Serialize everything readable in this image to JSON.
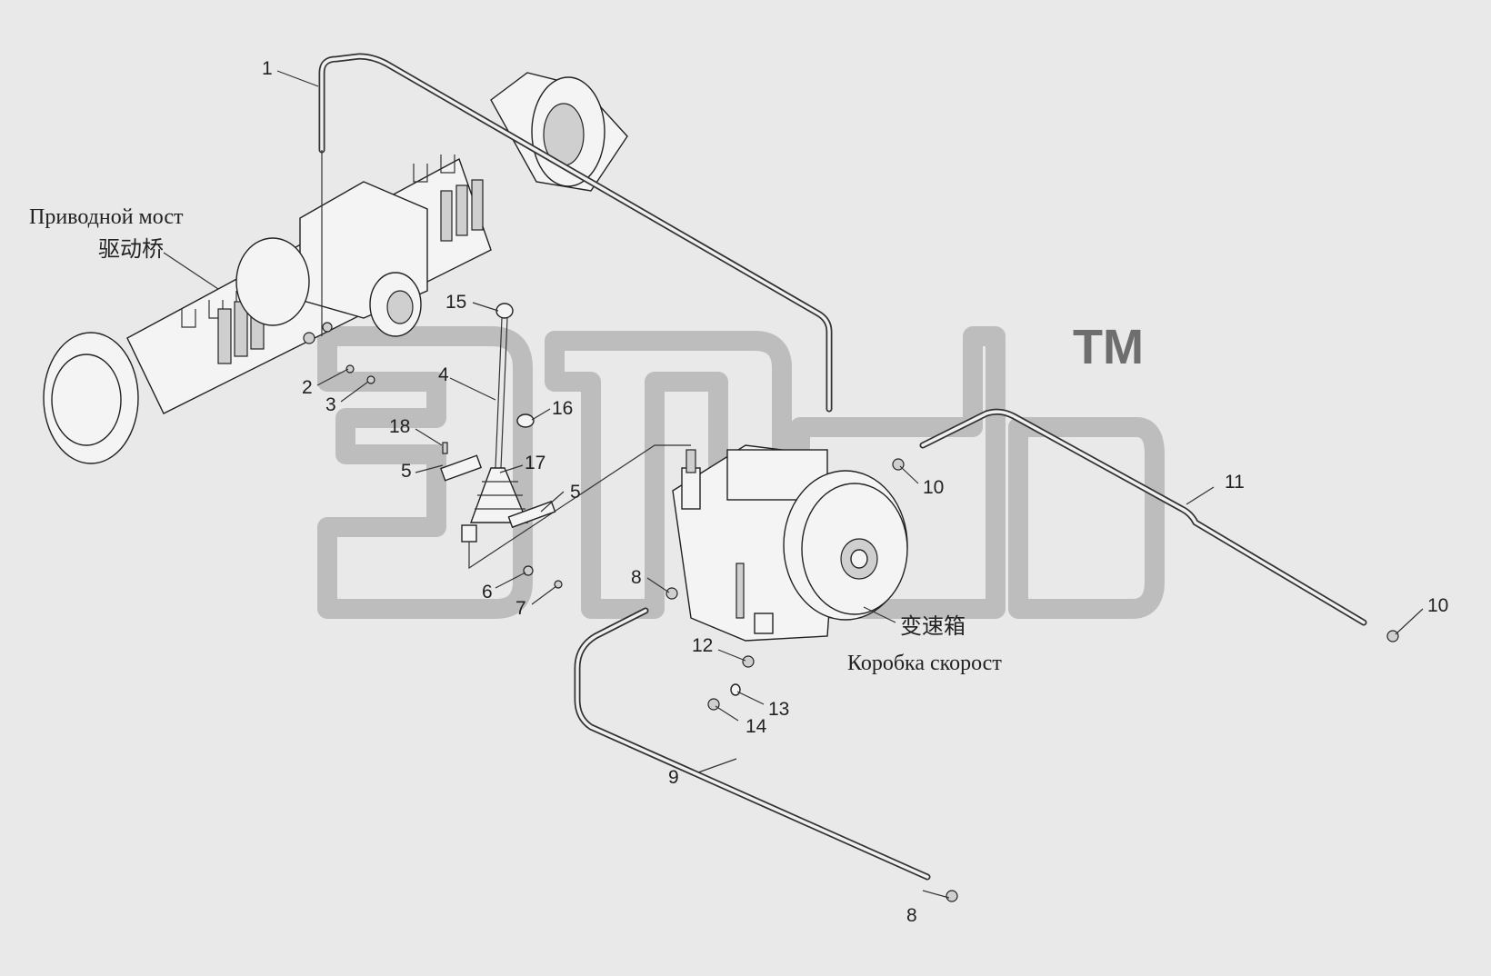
{
  "captions": {
    "drive_axle_ru": "Приводной мост",
    "drive_axle_cn": "驱动桥",
    "gearbox_cn": "变速箱",
    "gearbox_ru": "Коробка скорост"
  },
  "watermark": {
    "trademark": "TM"
  },
  "callouts": [
    {
      "id": "c1",
      "text": "1"
    },
    {
      "id": "c2",
      "text": "2"
    },
    {
      "id": "c3",
      "text": "3"
    },
    {
      "id": "c4",
      "text": "4"
    },
    {
      "id": "c5a",
      "text": "5"
    },
    {
      "id": "c5b",
      "text": "5"
    },
    {
      "id": "c6",
      "text": "6"
    },
    {
      "id": "c7",
      "text": "7"
    },
    {
      "id": "c8a",
      "text": "8"
    },
    {
      "id": "c8b",
      "text": "8"
    },
    {
      "id": "c9",
      "text": "9"
    },
    {
      "id": "c10a",
      "text": "10"
    },
    {
      "id": "c10b",
      "text": "10"
    },
    {
      "id": "c11",
      "text": "11"
    },
    {
      "id": "c12",
      "text": "12"
    },
    {
      "id": "c13",
      "text": "13"
    },
    {
      "id": "c14",
      "text": "14"
    },
    {
      "id": "c15",
      "text": "15"
    },
    {
      "id": "c16",
      "text": "16"
    },
    {
      "id": "c17",
      "text": "17"
    },
    {
      "id": "c18",
      "text": "18"
    }
  ]
}
